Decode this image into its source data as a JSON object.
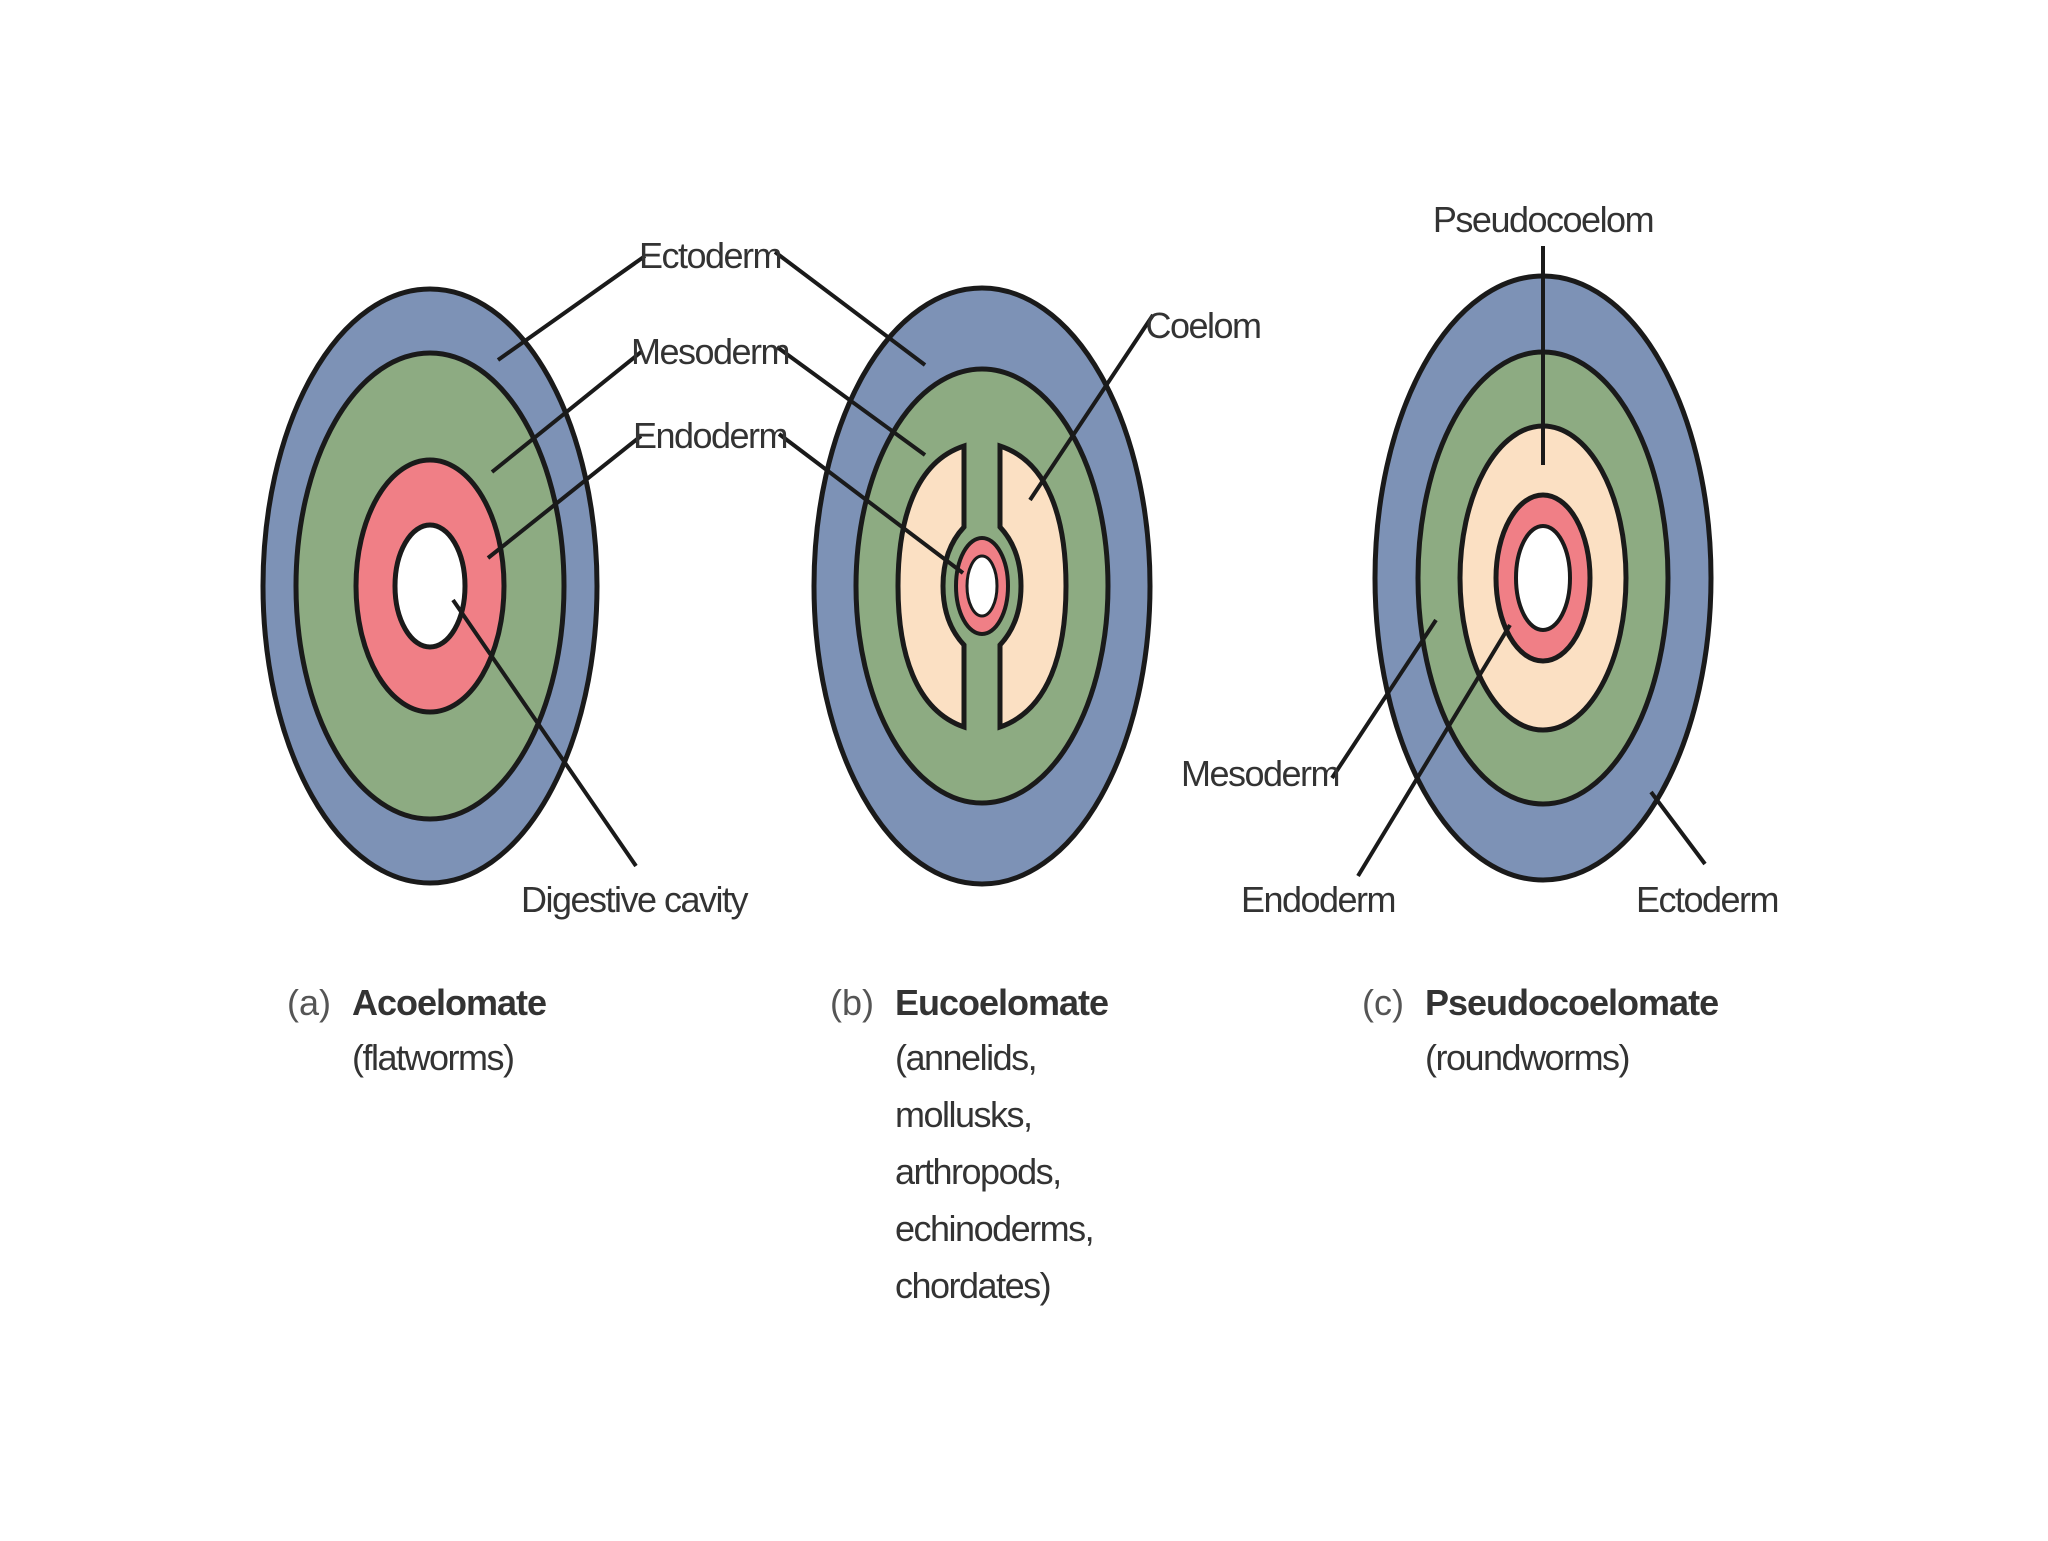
{
  "colors": {
    "ectoderm": "#7d92b6",
    "mesoderm": "#8dab82",
    "endoderm": "#f07f86",
    "coelom": "#fbe0c3",
    "cavity": "#ffffff",
    "outline": "#1a1a1a"
  },
  "panels": {
    "a": {
      "letter": "(a)",
      "title": "Acoelomate",
      "subtitle": [
        "(flatworms)"
      ],
      "labels": {
        "ectoderm": "Ectoderm",
        "mesoderm": "Mesoderm",
        "endoderm": "Endoderm",
        "digestive_cavity": "Digestive cavity"
      }
    },
    "b": {
      "letter": "(b)",
      "title": "Eucoelomate",
      "subtitle": [
        "(annelids,",
        "mollusks,",
        "arthropods,",
        "echinoderms,",
        "chordates)"
      ],
      "labels": {
        "coelom": "Coelom"
      }
    },
    "c": {
      "letter": "(c)",
      "title": "Pseudocoelomate",
      "subtitle": [
        "(roundworms)"
      ],
      "labels": {
        "pseudocoelom": "Pseudocoelom",
        "mesoderm": "Mesoderm",
        "endoderm": "Endoderm",
        "ectoderm": "Ectoderm"
      }
    }
  }
}
